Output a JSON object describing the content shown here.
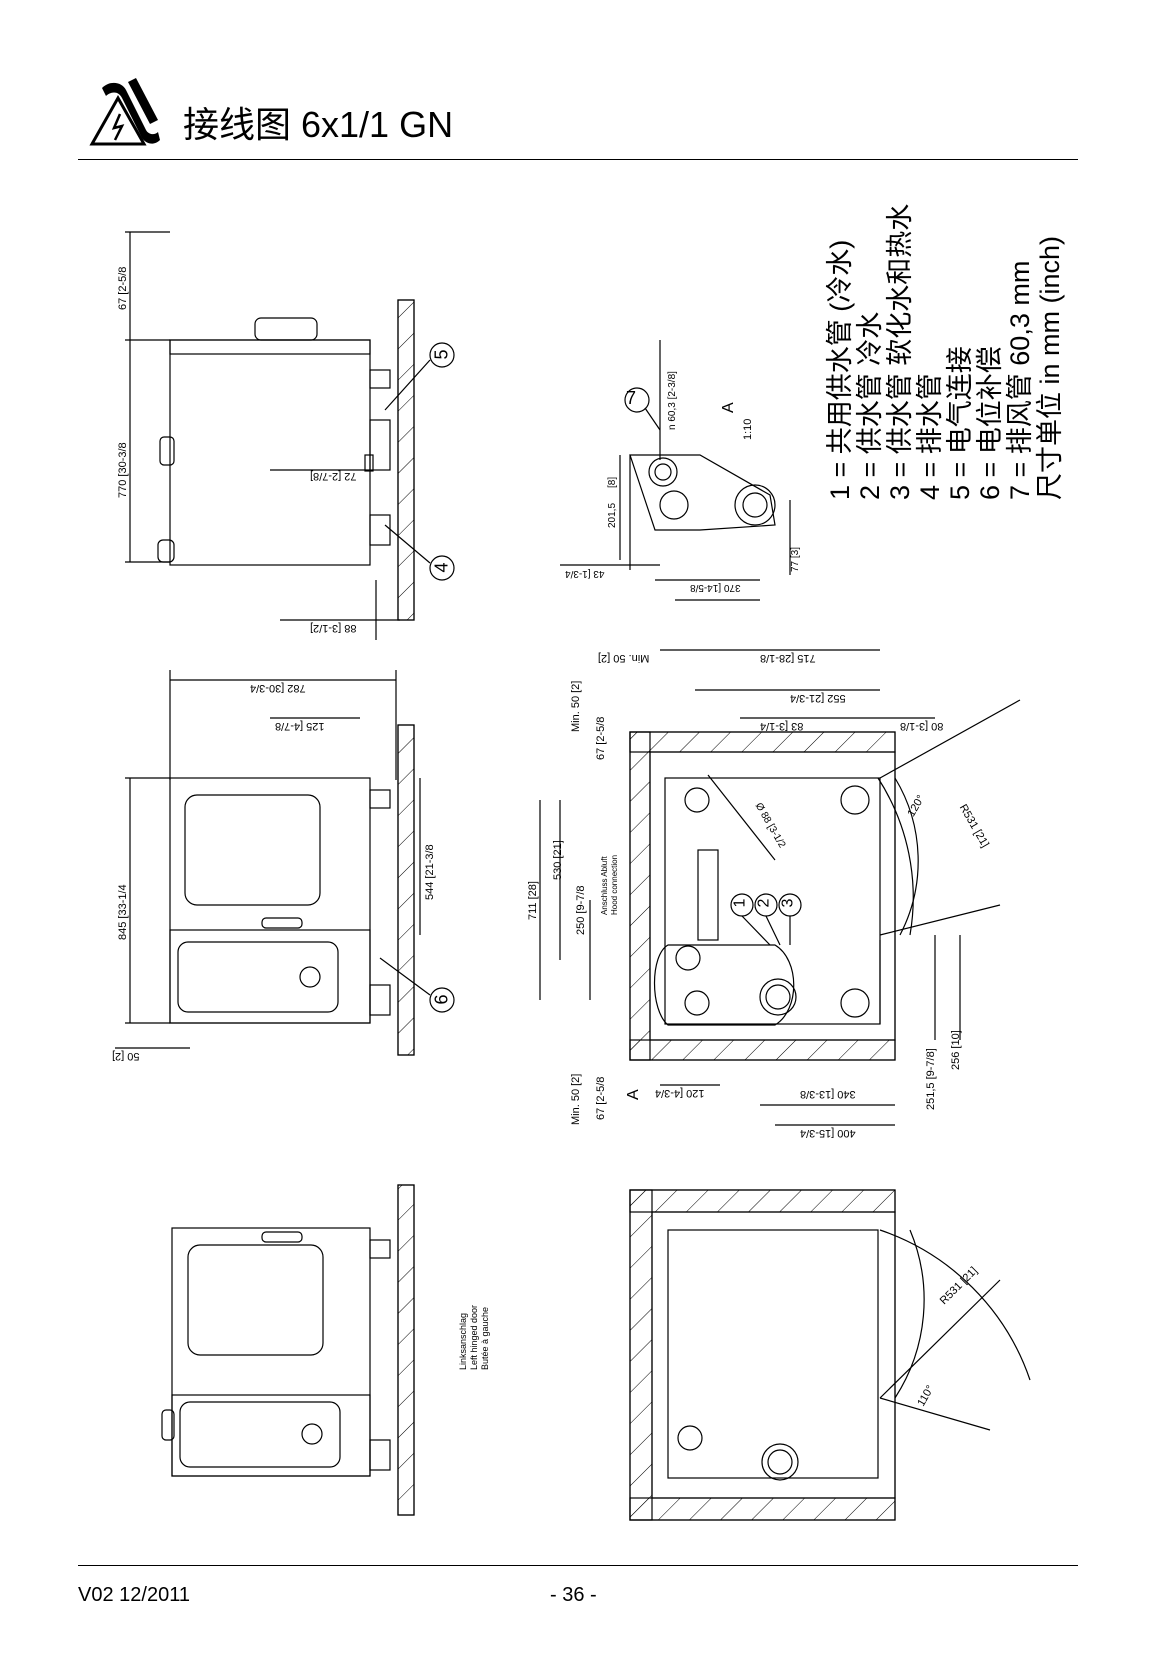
{
  "header": {
    "icon": "wrench-warning-icon",
    "title": "接线图 6x1/1 GN"
  },
  "legend": {
    "items": [
      "1 = 共用供水管 (冷水)",
      "2 = 供水管 冷水",
      "3 = 供水管 软化水和热水",
      "4 = 排水管",
      "5 = 电气连接",
      "6 = 电位补偿",
      "7 = 排风管 60,3 mm",
      "尺寸单位 in mm (inch)"
    ]
  },
  "drawing": {
    "callouts": [
      "1",
      "2",
      "3",
      "4",
      "5",
      "6",
      "7"
    ],
    "side_top": {
      "dims": [
        "67 [2-5/8",
        "770 [30-3/8",
        "72 [2-7/8]",
        "88 [3-1/2]"
      ]
    },
    "detail_a": {
      "label": "A",
      "scale": "1:10",
      "dims": [
        "n 60,3 [2-3/8]",
        "201,5",
        "[8]",
        "43 [1-3/4",
        "370 [14-5/8",
        "77 [3]"
      ]
    },
    "front": {
      "dims": [
        "782 [30-3/4",
        "125 [4-7/8",
        "845 [33-1/4",
        "544 [21-3/8",
        "50 [2]"
      ]
    },
    "plan": {
      "dims_top": [
        "715 [28-1/8",
        "552 [21-3/4",
        "83 [3-1/4",
        "80 [3-1/8",
        "Min. 50 [2]"
      ],
      "dims_left": [
        "Min. 50 [2]",
        "67 [2-5/8",
        "711 [28]",
        "530 [21]",
        "250 [9-7/8",
        "Min. 50 [2]",
        "67 [2-5/8"
      ],
      "dims_bottom": [
        "120 [4-3/4",
        "340 [13-3/8",
        "400 [15-3/4",
        "251,5 [9-7/8]",
        "256 [10]"
      ],
      "notes": [
        "Anschluss Abluft",
        "Hood connection",
        "Ø 88 [3-1/2"
      ],
      "radius": "R531 [21]",
      "angle": "120°",
      "section": "A"
    },
    "left_hinged": {
      "label_lines": [
        "Linksanschlag",
        "Left hinged door",
        "Butée à gauche"
      ],
      "radius": "R531 [21]",
      "angle": "110°"
    }
  },
  "footer": {
    "version": "V02 12/2011",
    "page": "- 36 -"
  }
}
